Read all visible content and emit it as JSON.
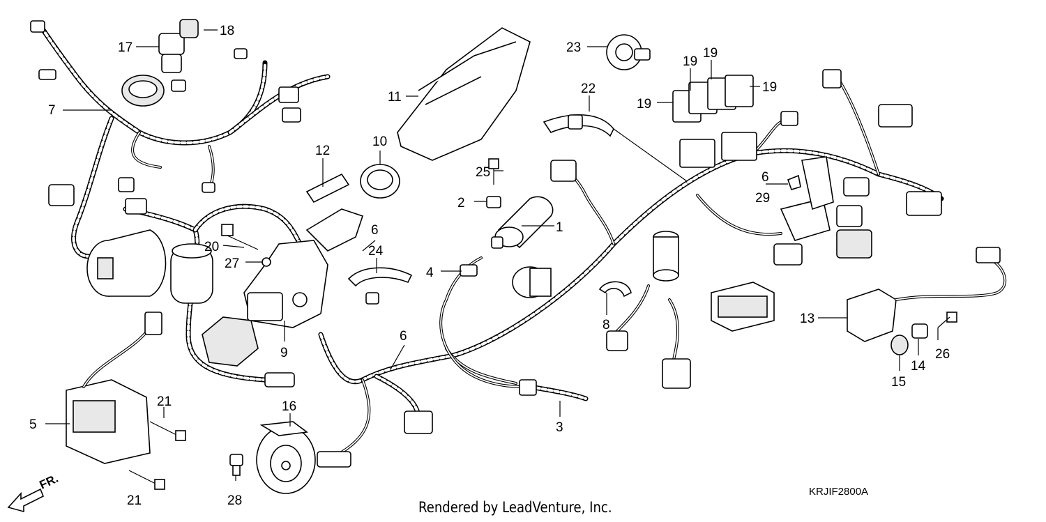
{
  "diagram": {
    "code": "KRJIF2800A",
    "credit": "Rendered by LeadVenture, Inc.",
    "front_indicator": "FR.",
    "callouts": [
      {
        "id": "c1",
        "label": "1"
      },
      {
        "id": "c2",
        "label": "2"
      },
      {
        "id": "c3",
        "label": "3"
      },
      {
        "id": "c4",
        "label": "4"
      },
      {
        "id": "c5",
        "label": "5"
      },
      {
        "id": "c6a",
        "label": "6"
      },
      {
        "id": "c6b",
        "label": "6"
      },
      {
        "id": "c6c",
        "label": "6"
      },
      {
        "id": "c7",
        "label": "7"
      },
      {
        "id": "c8",
        "label": "8"
      },
      {
        "id": "c9",
        "label": "9"
      },
      {
        "id": "c10",
        "label": "10"
      },
      {
        "id": "c11",
        "label": "11"
      },
      {
        "id": "c12",
        "label": "12"
      },
      {
        "id": "c13",
        "label": "13"
      },
      {
        "id": "c14",
        "label": "14"
      },
      {
        "id": "c15",
        "label": "15"
      },
      {
        "id": "c16",
        "label": "16"
      },
      {
        "id": "c17",
        "label": "17"
      },
      {
        "id": "c18",
        "label": "18"
      },
      {
        "id": "c19a",
        "label": "19"
      },
      {
        "id": "c19b",
        "label": "19"
      },
      {
        "id": "c19c",
        "label": "19"
      },
      {
        "id": "c19d",
        "label": "19"
      },
      {
        "id": "c20",
        "label": "20"
      },
      {
        "id": "c21a",
        "label": "21"
      },
      {
        "id": "c21b",
        "label": "21"
      },
      {
        "id": "c22",
        "label": "22"
      },
      {
        "id": "c23",
        "label": "23"
      },
      {
        "id": "c24",
        "label": "24"
      },
      {
        "id": "c25",
        "label": "25"
      },
      {
        "id": "c26",
        "label": "26"
      },
      {
        "id": "c27",
        "label": "27"
      },
      {
        "id": "c28",
        "label": "28"
      },
      {
        "id": "c29",
        "label": "29"
      }
    ]
  }
}
